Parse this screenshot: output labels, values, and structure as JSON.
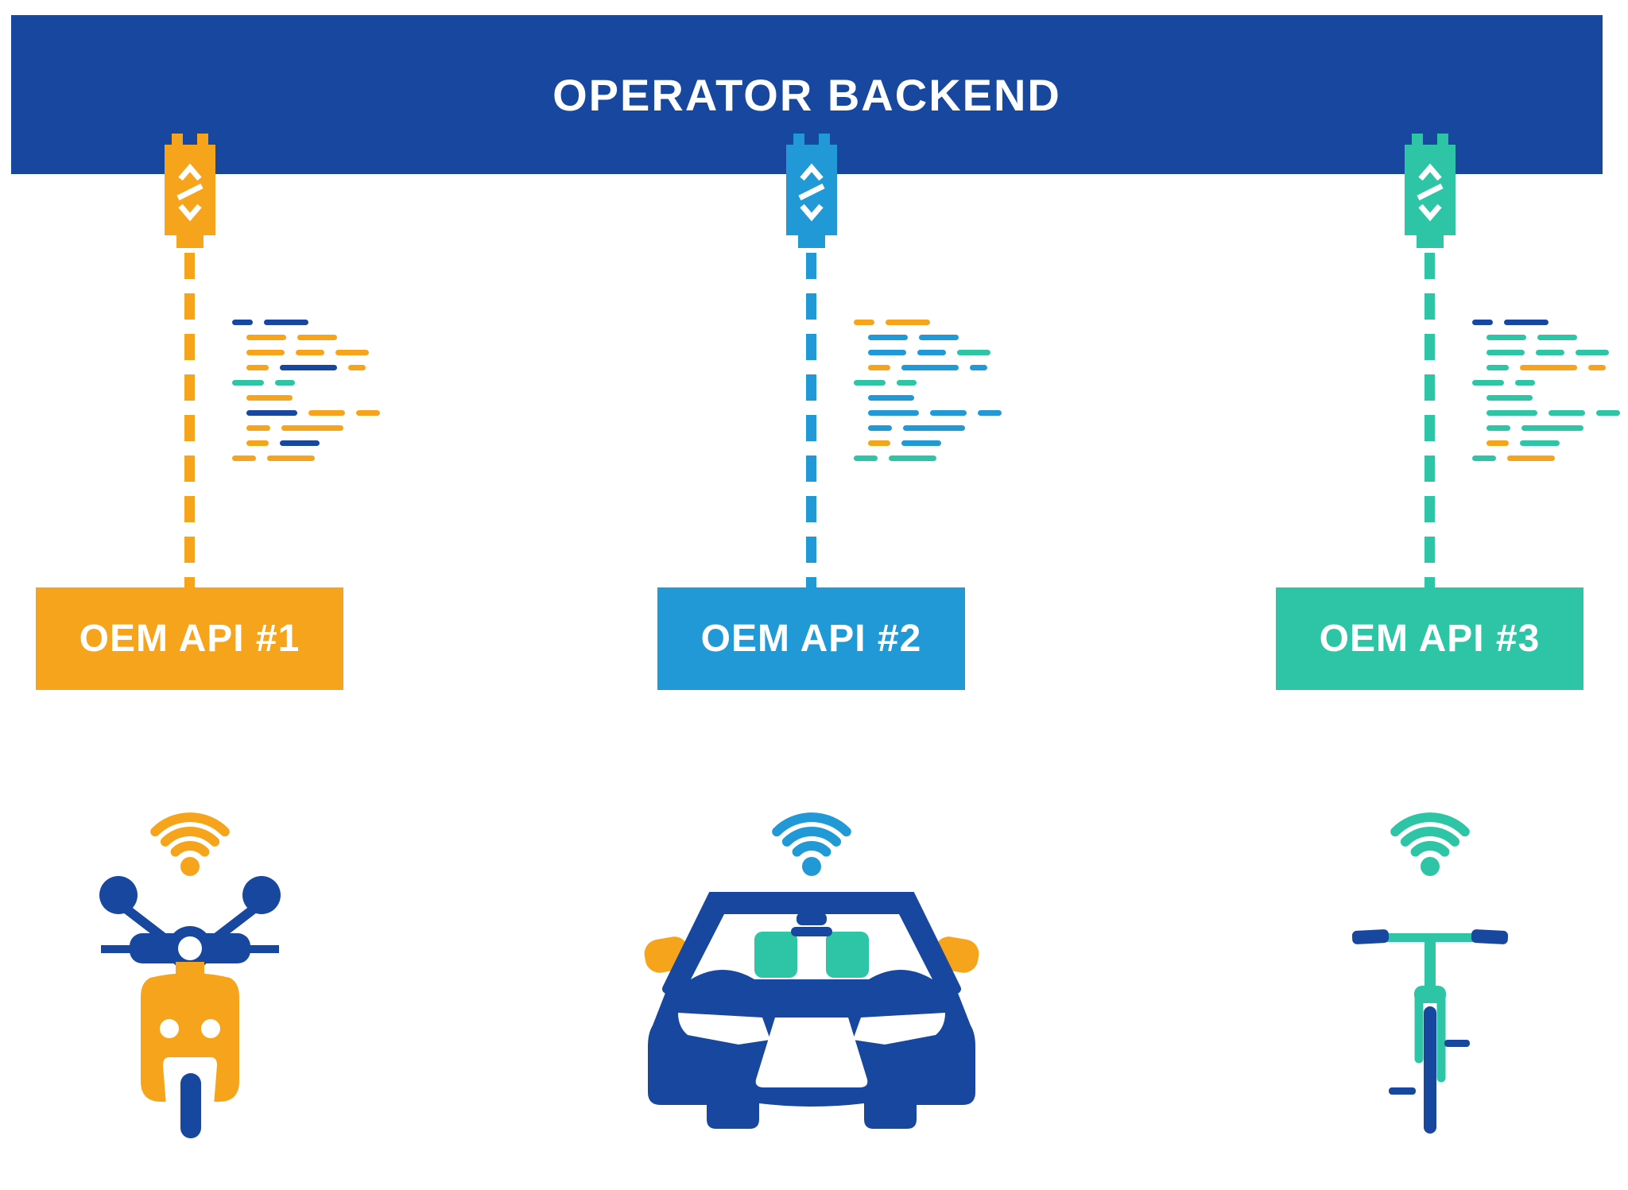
{
  "backend": {
    "title": "OPERATOR BACKEND"
  },
  "colors": {
    "navy": "#17479E",
    "orange": "#F7A41D",
    "blue": "#2199D6",
    "teal": "#2EC5A6",
    "white": "#FFFFFF",
    "background": "#FFFFFF"
  },
  "columns": [
    {
      "api_label": "OEM API #1",
      "accent": "orange",
      "vehicle": "scooter",
      "connector_icon": "api-plug-icon",
      "wifi_icon": "wifi-signal-icon",
      "code_snippet": {
        "rows": [
          {
            "indent": 0,
            "dashes": [
              {
                "color": "navy",
                "w": 26
              },
              {
                "color": "navy",
                "w": 56
              }
            ]
          },
          {
            "indent": 18,
            "dashes": [
              {
                "color": "orange",
                "w": 50
              },
              {
                "color": "orange",
                "w": 50
              }
            ]
          },
          {
            "indent": 18,
            "dashes": [
              {
                "color": "orange",
                "w": 48
              },
              {
                "color": "orange",
                "w": 36
              },
              {
                "color": "orange",
                "w": 42
              }
            ]
          },
          {
            "indent": 18,
            "dashes": [
              {
                "color": "orange",
                "w": 28
              },
              {
                "color": "navy",
                "w": 72
              },
              {
                "color": "orange",
                "w": 22
              }
            ]
          },
          {
            "indent": 0,
            "dashes": [
              {
                "color": "teal",
                "w": 40
              },
              {
                "color": "teal",
                "w": 25
              }
            ]
          },
          {
            "indent": 18,
            "dashes": [
              {
                "color": "orange",
                "w": 58
              }
            ]
          },
          {
            "indent": 18,
            "dashes": [
              {
                "color": "navy",
                "w": 64
              },
              {
                "color": "orange",
                "w": 46
              },
              {
                "color": "orange",
                "w": 30
              }
            ]
          },
          {
            "indent": 18,
            "dashes": [
              {
                "color": "orange",
                "w": 30
              },
              {
                "color": "orange",
                "w": 78
              }
            ]
          },
          {
            "indent": 18,
            "dashes": [
              {
                "color": "orange",
                "w": 28
              },
              {
                "color": "navy",
                "w": 50
              }
            ]
          },
          {
            "indent": 0,
            "dashes": [
              {
                "color": "orange",
                "w": 30
              },
              {
                "color": "orange",
                "w": 60
              }
            ]
          }
        ]
      }
    },
    {
      "api_label": "OEM API #2",
      "accent": "blue",
      "vehicle": "car",
      "connector_icon": "api-plug-icon",
      "wifi_icon": "wifi-signal-icon",
      "code_snippet": {
        "rows": [
          {
            "indent": 0,
            "dashes": [
              {
                "color": "orange",
                "w": 26
              },
              {
                "color": "orange",
                "w": 56
              }
            ]
          },
          {
            "indent": 18,
            "dashes": [
              {
                "color": "blue",
                "w": 50
              },
              {
                "color": "blue",
                "w": 50
              }
            ]
          },
          {
            "indent": 18,
            "dashes": [
              {
                "color": "blue",
                "w": 48
              },
              {
                "color": "blue",
                "w": 36
              },
              {
                "color": "teal",
                "w": 42
              }
            ]
          },
          {
            "indent": 18,
            "dashes": [
              {
                "color": "orange",
                "w": 28
              },
              {
                "color": "blue",
                "w": 72
              },
              {
                "color": "blue",
                "w": 22
              }
            ]
          },
          {
            "indent": 0,
            "dashes": [
              {
                "color": "teal",
                "w": 40
              },
              {
                "color": "teal",
                "w": 25
              }
            ]
          },
          {
            "indent": 18,
            "dashes": [
              {
                "color": "blue",
                "w": 58
              }
            ]
          },
          {
            "indent": 18,
            "dashes": [
              {
                "color": "blue",
                "w": 64
              },
              {
                "color": "blue",
                "w": 46
              },
              {
                "color": "blue",
                "w": 30
              }
            ]
          },
          {
            "indent": 18,
            "dashes": [
              {
                "color": "blue",
                "w": 30
              },
              {
                "color": "blue",
                "w": 78
              }
            ]
          },
          {
            "indent": 18,
            "dashes": [
              {
                "color": "orange",
                "w": 28
              },
              {
                "color": "blue",
                "w": 50
              }
            ]
          },
          {
            "indent": 0,
            "dashes": [
              {
                "color": "teal",
                "w": 30
              },
              {
                "color": "teal",
                "w": 60
              }
            ]
          }
        ]
      }
    },
    {
      "api_label": "OEM API #3",
      "accent": "teal",
      "vehicle": "bicycle",
      "connector_icon": "api-plug-icon",
      "wifi_icon": "wifi-signal-icon",
      "code_snippet": {
        "rows": [
          {
            "indent": 0,
            "dashes": [
              {
                "color": "navy",
                "w": 26
              },
              {
                "color": "navy",
                "w": 56
              }
            ]
          },
          {
            "indent": 18,
            "dashes": [
              {
                "color": "teal",
                "w": 50
              },
              {
                "color": "teal",
                "w": 50
              }
            ]
          },
          {
            "indent": 18,
            "dashes": [
              {
                "color": "teal",
                "w": 48
              },
              {
                "color": "teal",
                "w": 36
              },
              {
                "color": "teal",
                "w": 42
              }
            ]
          },
          {
            "indent": 18,
            "dashes": [
              {
                "color": "teal",
                "w": 28
              },
              {
                "color": "orange",
                "w": 72
              },
              {
                "color": "orange",
                "w": 22
              }
            ]
          },
          {
            "indent": 0,
            "dashes": [
              {
                "color": "teal",
                "w": 40
              },
              {
                "color": "teal",
                "w": 25
              }
            ]
          },
          {
            "indent": 18,
            "dashes": [
              {
                "color": "teal",
                "w": 58
              }
            ]
          },
          {
            "indent": 18,
            "dashes": [
              {
                "color": "teal",
                "w": 64
              },
              {
                "color": "teal",
                "w": 46
              },
              {
                "color": "teal",
                "w": 30
              }
            ]
          },
          {
            "indent": 18,
            "dashes": [
              {
                "color": "teal",
                "w": 30
              },
              {
                "color": "teal",
                "w": 78
              }
            ]
          },
          {
            "indent": 18,
            "dashes": [
              {
                "color": "orange",
                "w": 28
              },
              {
                "color": "teal",
                "w": 50
              }
            ]
          },
          {
            "indent": 0,
            "dashes": [
              {
                "color": "teal",
                "w": 30
              },
              {
                "color": "orange",
                "w": 60
              }
            ]
          }
        ]
      }
    }
  ]
}
